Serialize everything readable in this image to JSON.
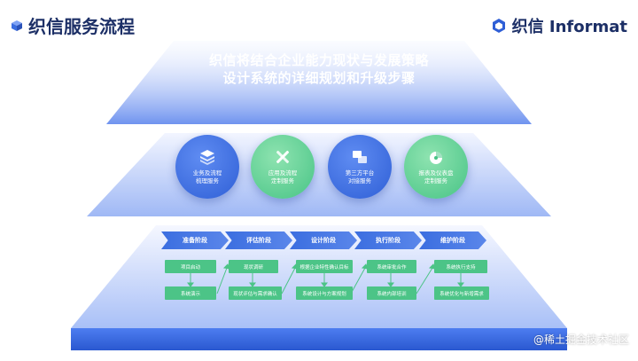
{
  "header": {
    "title": "织信服务流程",
    "brand": "织信 Informat"
  },
  "headline": {
    "line1": "织信将结合企业能力现状与发展策略",
    "line2": "设计系统的详细规划和升级步骤"
  },
  "services": [
    {
      "line1": "业务及流程",
      "line2": "梳理服务",
      "icon": "layers-icon",
      "color": "blue"
    },
    {
      "line1": "应用及流程",
      "line2": "定制服务",
      "icon": "tools-icon",
      "color": "green"
    },
    {
      "line1": "第三方平台",
      "line2": "对接服务",
      "icon": "windows-icon",
      "color": "blue"
    },
    {
      "line1": "报表及仪表盘",
      "line2": "定制服务",
      "icon": "dashboard-icon",
      "color": "green"
    }
  ],
  "phases": [
    "准备阶段",
    "评估阶段",
    "设计阶段",
    "执行阶段",
    "维护阶段"
  ],
  "steps": {
    "top": [
      "项目启动",
      "现状调研",
      "根据企业特性确认目标",
      "系统审批合作",
      "系统执行支持"
    ],
    "bottom": [
      "系统演示",
      "现状评估与需求确认",
      "系统设计与方案规划",
      "系统内部培训",
      "系统优化与新增需求"
    ]
  },
  "watermark": "@稀土掘金技术社区",
  "colors": {
    "blue": "#3b6ee0",
    "green": "#4cc487",
    "title": "#1c2f66"
  }
}
